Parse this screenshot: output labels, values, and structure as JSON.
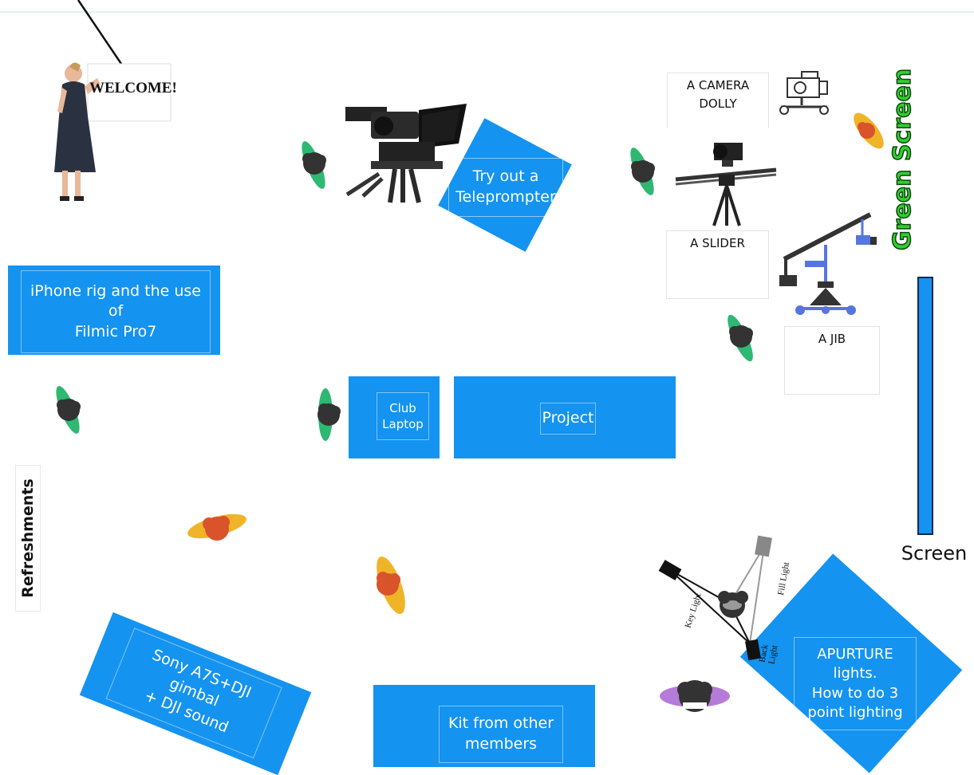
{
  "sign": {
    "text": "WELCOME!"
  },
  "stations": {
    "teleprompter": "Try out a\nTeleprompter",
    "iphone_rig": "iPhone rig and the use of\nFilmic Pro7",
    "club_laptop": "Club\nLaptop",
    "project": "Project",
    "sony": "Sony A7S+DJI gimbal\n+ DJI sound",
    "kit": "Kit from other\nmembers",
    "aperture": "APURTURE\nlights.\nHow to do 3\npoint lighting"
  },
  "cards": {
    "camera_dolly": "A CAMERA\nDOLLY",
    "slider": "A SLIDER",
    "jib": "A JIB"
  },
  "side_labels": {
    "refreshments": "Refreshments",
    "green_screen": "Green Screen",
    "screen": "Screen"
  },
  "lighting_diagram": {
    "key_light": "Key Light",
    "fill_light": "Fill Light",
    "back_light": "Back Light"
  },
  "colors": {
    "station_blue": "#1493f0",
    "green_screen_text": "#33cc33",
    "visitor_green": "#2eb872",
    "visitor_orange": "#f0b429",
    "visitor_purple": "#b57bd9"
  }
}
